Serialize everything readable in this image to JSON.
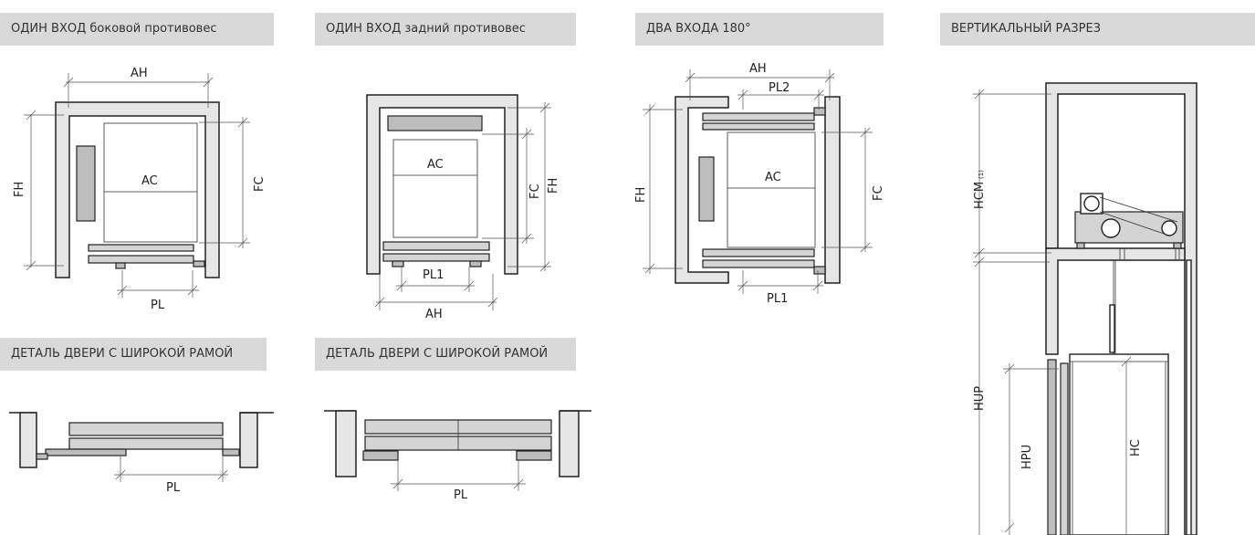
{
  "headers": {
    "side_counterweight": "ОДИН ВХОД боковой противовес",
    "rear_counterweight": "ОДИН ВХОД задний противовес",
    "two_entries": "ДВА ВХОДА 180°",
    "vertical_section": "ВЕРТИКАЛЬНЫЙ РАЗРЕЗ",
    "door_detail_1": "ДЕТАЛЬ ДВЕРИ С ШИРОКОЙ РАМОЙ",
    "door_detail_2": "ДЕТАЛЬ ДВЕРИ С ШИРОКОЙ РАМОЙ"
  },
  "labels": {
    "ah": "AH",
    "fh": "FH",
    "ac": "AC",
    "fc": "FC",
    "pl": "PL",
    "pl1": "PL1",
    "pl2": "PL2",
    "hcm": "HCM",
    "hcm_note": "(1)",
    "hup": "HUP",
    "hpu": "HPU",
    "hc": "HC"
  },
  "colors": {
    "header_bg": "#d9d9d9",
    "wall_fill": "#e6e6e6",
    "door_fill": "#bdbdbd",
    "line": "#222222"
  }
}
